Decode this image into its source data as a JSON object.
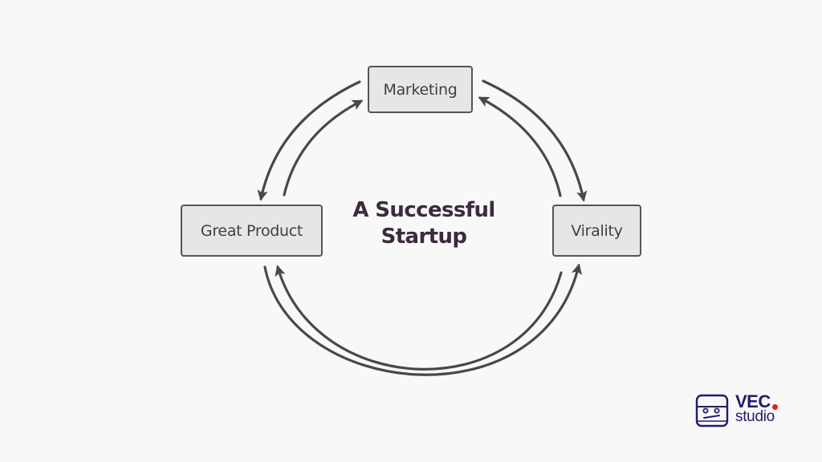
{
  "diagram": {
    "title_line1": "A Successful",
    "title_line2": "Startup",
    "nodes": {
      "marketing": "Marketing",
      "great_product": "Great Product",
      "virality": "Virality"
    }
  },
  "logo": {
    "brand": "VEC",
    "sub": "studio"
  },
  "colors": {
    "background": "#f8f8f8",
    "node_fill": "#e6e6e6",
    "node_border": "#555555",
    "arrow": "#484848",
    "title": "#3d2a3d",
    "logo": "#1e1e6b",
    "logo_dot": "#e0201e"
  }
}
